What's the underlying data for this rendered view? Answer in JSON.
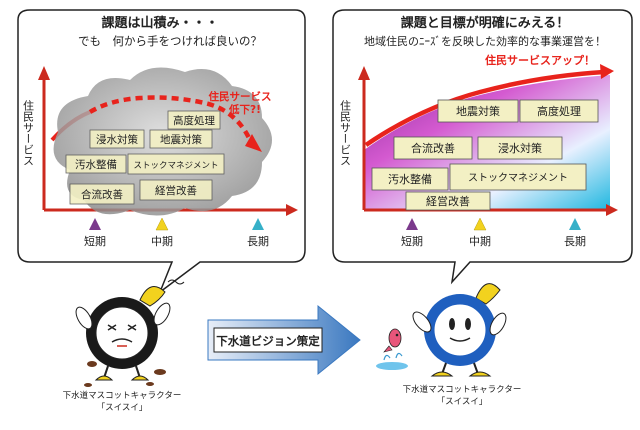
{
  "left_panel": {
    "title": "課題は山積み・・・",
    "subtitle": "でも　何から手をつければ良いの？",
    "y_axis_label": "住民サービス",
    "trend_label_line1": "住民サービス",
    "trend_label_line2": "低下?!",
    "blocks": {
      "kodo_shori": "高度処理",
      "shinsui_taisaku": "浸水対策",
      "jishin_taisaku": "地震対策",
      "osui_seibi": "汚水整備",
      "stock_mgmt": "ストックマネジメント",
      "goryu_kaizen": "合流改善",
      "keiei_kaizen": "経営改善"
    },
    "timeline": {
      "short": "短期",
      "mid": "中期",
      "long": "長期"
    }
  },
  "right_panel": {
    "title": "課題と目標が明確にみえる！",
    "subtitle": "地域住民のﾆｰｽﾞを反映した効率的な事業運営を！",
    "y_axis_label": "住民サービス",
    "trend_label": "住民サービスアップ！",
    "blocks": {
      "jishin_taisaku": "地震対策",
      "kodo_shori": "高度処理",
      "goryu_kaizen": "合流改善",
      "shinsui_taisaku": "浸水対策",
      "osui_seibi": "汚水整備",
      "stock_mgmt": "ストックマネジメント",
      "keiei_kaizen": "経営改善"
    },
    "timeline": {
      "short": "短期",
      "mid": "中期",
      "long": "長期"
    }
  },
  "arrow_label": "下水道ビジョン策定",
  "mascot_left": {
    "caption_line1": "下水道マスコットキャラクター",
    "caption_line2": "「スイスイ」"
  },
  "mascot_right": {
    "caption_line1": "下水道マスコットキャラクター",
    "caption_line2": "「スイスイ」"
  },
  "colors": {
    "axis_red": "#cc2a1e",
    "trend_red": "#e8231c",
    "cloud_gray": "#8c8c8c",
    "block_fill": "#f3f0c4",
    "short_marker": "#7b3a8c",
    "mid_marker": "#f2d21e",
    "long_marker": "#36b0c8",
    "arrow_blue": "#3a78c0",
    "mascot_blue": "#1f5fbf"
  }
}
